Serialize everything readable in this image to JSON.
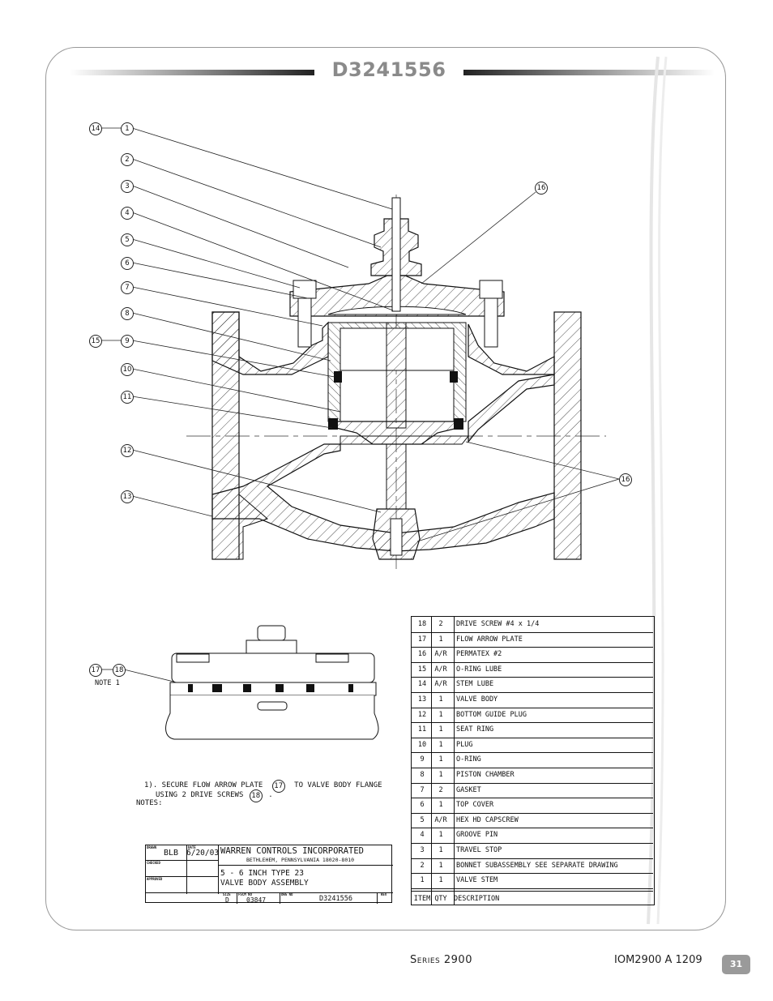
{
  "drawing_number": "D3241556",
  "callouts": [
    "14",
    "1",
    "2",
    "3",
    "4",
    "5",
    "6",
    "7",
    "8",
    "15",
    "9",
    "10",
    "11",
    "12",
    "13",
    "16",
    "16",
    "17",
    "18"
  ],
  "note_label": "NOTE 1",
  "notes": {
    "line1a": "1). SECURE FLOW ARROW PLATE",
    "line1_ref": "17",
    "line1b": "TO VALVE BODY FLANGE",
    "line2a": "USING 2 DRIVE SCREWS",
    "line2_ref": "18",
    "line2b": ".",
    "heading": "NOTES:"
  },
  "parts_list": {
    "rows": [
      {
        "item": "18",
        "qty": "2",
        "desc": "DRIVE SCREW #4 x 1/4"
      },
      {
        "item": "17",
        "qty": "1",
        "desc": "FLOW ARROW PLATE"
      },
      {
        "item": "16",
        "qty": "A/R",
        "desc": "PERMATEX #2"
      },
      {
        "item": "15",
        "qty": "A/R",
        "desc": "O-RING LUBE"
      },
      {
        "item": "14",
        "qty": "A/R",
        "desc": "STEM LUBE"
      },
      {
        "item": "13",
        "qty": "1",
        "desc": "VALVE BODY"
      },
      {
        "item": "12",
        "qty": "1",
        "desc": "BOTTOM GUIDE PLUG"
      },
      {
        "item": "11",
        "qty": "1",
        "desc": "SEAT RING"
      },
      {
        "item": "10",
        "qty": "1",
        "desc": "PLUG"
      },
      {
        "item": "9",
        "qty": "1",
        "desc": "O-RING"
      },
      {
        "item": "8",
        "qty": "1",
        "desc": "PISTON CHAMBER"
      },
      {
        "item": "7",
        "qty": "2",
        "desc": "GASKET"
      },
      {
        "item": "6",
        "qty": "1",
        "desc": "TOP COVER"
      },
      {
        "item": "5",
        "qty": "A/R",
        "desc": "HEX HD CAPSCREW"
      },
      {
        "item": "4",
        "qty": "1",
        "desc": "GROOVE PIN"
      },
      {
        "item": "3",
        "qty": "1",
        "desc": "TRAVEL STOP"
      },
      {
        "item": "2",
        "qty": "1",
        "desc": "BONNET SUBASSEMBLY  SEE SEPARATE DRAWING"
      },
      {
        "item": "1",
        "qty": "1",
        "desc": "VALVE STEM"
      }
    ],
    "header": {
      "item": "ITEM",
      "qty": "QTY",
      "desc": "DESCRIPTION"
    }
  },
  "title_block": {
    "drawn_label": "DRAWN",
    "drawn_by": "BLB",
    "date_label": "DATE",
    "date": "6/20/03",
    "checked_label": "CHECKED",
    "approved_label": "APPROVED",
    "company": "WARREN CONTROLS INCORPORATED",
    "address": "BETHLEHEM, PENNSYLVANIA 18020-8010",
    "title_line1": "5 - 6 INCH TYPE 23",
    "title_line2": "VALVE BODY ASSEMBLY",
    "size_label": "SIZE",
    "size": "D",
    "fscm_label": "FSCM NO",
    "fscm": "03847",
    "dwg_label": "DWG NO",
    "dwg": "D3241556",
    "rev_label": "REV"
  },
  "footer": {
    "series": "Series 2900",
    "doc": "IOM2900 A 1209",
    "page": "31"
  }
}
